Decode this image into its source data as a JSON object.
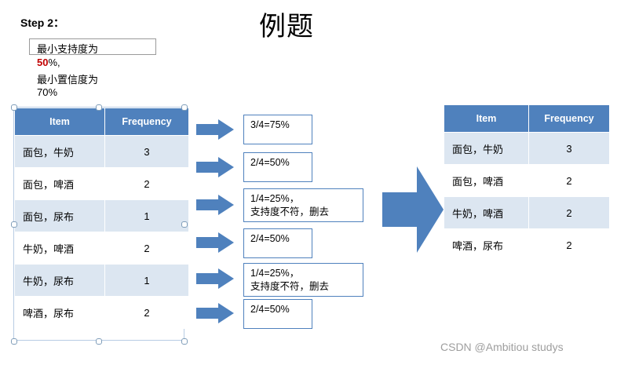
{
  "title": "例题",
  "step": {
    "label": "Step 2：",
    "support_line1": "最小支持度为",
    "support_value": "50",
    "support_suffix": "%,",
    "confidence_line": "最小置信度为",
    "confidence_value": "70%"
  },
  "left_table": {
    "headers": [
      "Item",
      "Frequency"
    ],
    "rows": [
      {
        "item": "面包，牛奶",
        "frequency": "3"
      },
      {
        "item": "面包，啤酒",
        "frequency": "2"
      },
      {
        "item": "面包，尿布",
        "frequency": "1"
      },
      {
        "item": "牛奶，啤酒",
        "frequency": "2"
      },
      {
        "item": "牛奶，尿布",
        "frequency": "1"
      },
      {
        "item": "啤酒，尿布",
        "frequency": "2"
      }
    ]
  },
  "results": [
    {
      "line1": "3/4=75%",
      "line2": ""
    },
    {
      "line1": "2/4=50%",
      "line2": ""
    },
    {
      "line1": "1/4=25%，",
      "line2": "支持度不符，删去"
    },
    {
      "line1": "2/4=50%",
      "line2": ""
    },
    {
      "line1": "1/4=25%，",
      "line2": "支持度不符，删去"
    },
    {
      "line1": "2/4=50%",
      "line2": ""
    }
  ],
  "right_table": {
    "headers": [
      "Item",
      "Frequency"
    ],
    "rows": [
      {
        "item": "面包，牛奶",
        "frequency": "3"
      },
      {
        "item": "面包，啤酒",
        "frequency": "2"
      },
      {
        "item": "牛奶，啤酒",
        "frequency": "2"
      },
      {
        "item": "啤酒，尿布",
        "frequency": "2"
      }
    ]
  },
  "watermark": "CSDN @Ambitiou  studys",
  "colors": {
    "header_blue": "#4f81bd",
    "row_blue": "#dce6f1",
    "arrow_blue": "#4f81bd",
    "accent_red": "#c00000"
  }
}
